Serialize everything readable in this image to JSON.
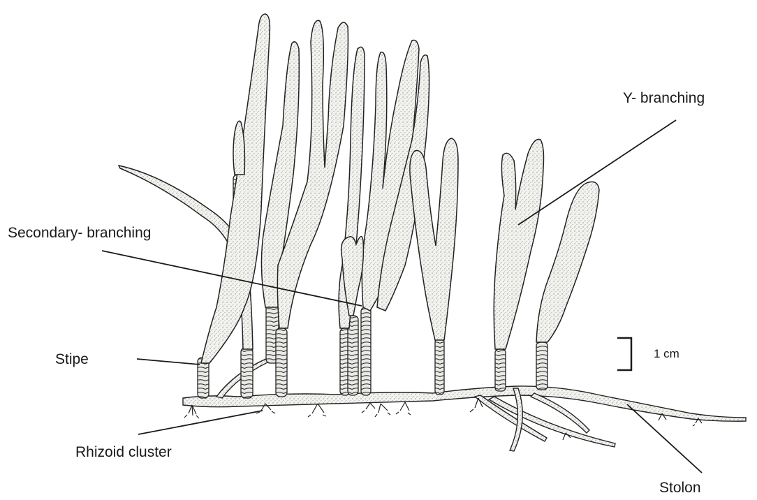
{
  "labels": {
    "y_branching": "Y- branching",
    "secondary_branching": "Secondary- branching",
    "stipe": "Stipe",
    "rhizoid_cluster": "Rhizoid cluster",
    "stolon": "Stolon",
    "scale_bar": "1 cm"
  },
  "colors": {
    "ink": "#1a1a1a",
    "stipple": "#efefec",
    "background": "#ffffff"
  }
}
